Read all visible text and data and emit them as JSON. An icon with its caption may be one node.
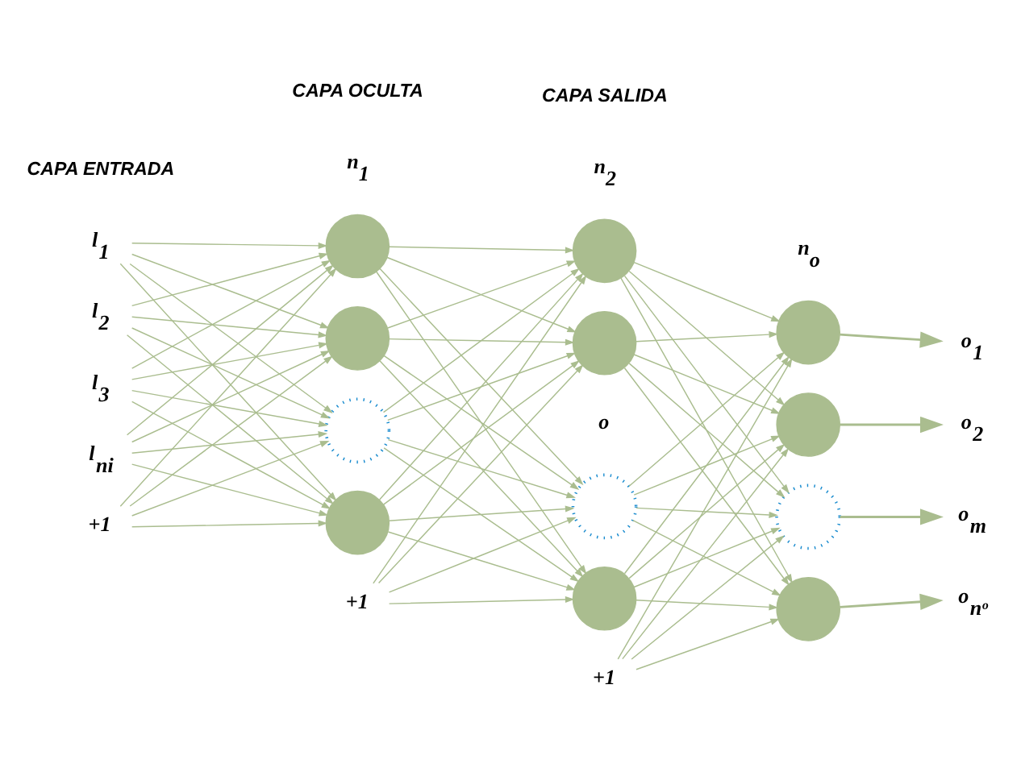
{
  "diagram": {
    "nodes": [
      {
        "text": [
          "l$_{1}$"
        ]
      },
      {
        "text": [
          "l$_{2}$"
        ]
      },
      {
        "text": [
          "l$_{3}$"
        ]
      },
      {
        "text": [
          "l$_{ni}$"
        ]
      },
      {
        "text": [],
        "shape": "circle"
      },
      {
        "text": [],
        "shape": "circle"
      },
      {
        "text": [],
        "shape": "circle"
      },
      {
        "text": [],
        "shape": "circle"
      },
      {
        "text": [],
        "shape": "circle"
      },
      {
        "text": [],
        "shape": "circle"
      },
      {
        "text": [],
        "shape": "circle"
      },
      {
        "text": [],
        "shape": "circle"
      },
      {
        "text": [],
        "shape": "circle"
      },
      {
        "text": [],
        "shape": "circle"
      },
      {
        "text": [],
        "shape": "circle"
      },
      {
        "text": [],
        "shape": "circle"
      },
      {
        "text": [
          "o$_{1}$"
        ]
      },
      {
        "text": [
          "o$_{2}$"
        ]
      },
      {
        "text": [
          "o$_{m}$"
        ]
      },
      {
        "text": [
          "o$_{nᵒ}$"
        ]
      },
      {
        "text": [
          "+1"
        ]
      },
      {
        "text": [
          "+1"
        ]
      },
      {
        "text": [
          "+1"
        ]
      }
    ],
    "edges": [
      {
        "from": 0,
        "to": 4,
        "arrow": "to"
      },
      {
        "from": 0,
        "to": 5,
        "arrow": "to"
      },
      {
        "from": 0,
        "to": 6,
        "arrow": "to"
      },
      {
        "from": 0,
        "to": 7,
        "arrow": "to"
      },
      {
        "from": 1,
        "to": 4,
        "arrow": "to"
      },
      {
        "from": 1,
        "to": 5,
        "arrow": "to"
      },
      {
        "from": 1,
        "to": 6,
        "arrow": "to"
      },
      {
        "from": 1,
        "to": 7,
        "arrow": "to"
      },
      {
        "from": 2,
        "to": 4,
        "arrow": "to"
      },
      {
        "from": 2,
        "to": 5,
        "arrow": "to"
      },
      {
        "from": 2,
        "to": 6,
        "arrow": "to"
      },
      {
        "from": 2,
        "to": 7,
        "arrow": "to"
      },
      {
        "from": 3,
        "to": 4,
        "arrow": "to"
      },
      {
        "from": 3,
        "to": 5,
        "arrow": "to"
      },
      {
        "from": 3,
        "to": 6,
        "arrow": "to"
      },
      {
        "from": 3,
        "to": 7,
        "arrow": "to"
      },
      {
        "from": 20,
        "to": 4,
        "arrow": "to"
      },
      {
        "from": 20,
        "to": 5,
        "arrow": "to"
      },
      {
        "from": 20,
        "to": 6,
        "arrow": "to"
      },
      {
        "from": 20,
        "to": 7,
        "arrow": "to"
      },
      {
        "from": 4,
        "to": 8,
        "arrow": "to"
      },
      {
        "from": 4,
        "to": 9,
        "arrow": "to"
      },
      {
        "from": 4,
        "to": 10,
        "arrow": "to"
      },
      {
        "from": 4,
        "to": 11,
        "arrow": "to"
      },
      {
        "from": 5,
        "to": 8,
        "arrow": "to"
      },
      {
        "from": 5,
        "to": 9,
        "arrow": "to"
      },
      {
        "from": 5,
        "to": 10,
        "arrow": "to"
      },
      {
        "from": 5,
        "to": 11,
        "arrow": "to"
      },
      {
        "from": 6,
        "to": 8,
        "arrow": "to"
      },
      {
        "from": 6,
        "to": 9,
        "arrow": "to"
      },
      {
        "from": 6,
        "to": 10,
        "arrow": "to"
      },
      {
        "from": 6,
        "to": 11,
        "arrow": "to"
      },
      {
        "from": 7,
        "to": 8,
        "arrow": "to"
      },
      {
        "from": 7,
        "to": 9,
        "arrow": "to"
      },
      {
        "from": 7,
        "to": 10,
        "arrow": "to"
      },
      {
        "from": 7,
        "to": 11,
        "arrow": "to"
      },
      {
        "from": 21,
        "to": 8,
        "arrow": "to"
      },
      {
        "from": 21,
        "to": 9,
        "arrow": "to"
      },
      {
        "from": 21,
        "to": 10,
        "arrow": "to"
      },
      {
        "from": 21,
        "to": 11,
        "arrow": "to"
      },
      {
        "from": 8,
        "to": 12,
        "arrow": "to"
      },
      {
        "from": 8,
        "to": 13,
        "arrow": "to"
      },
      {
        "from": 8,
        "to": 14,
        "arrow": "to"
      },
      {
        "from": 8,
        "to": 15,
        "arrow": "to"
      },
      {
        "from": 9,
        "to": 12,
        "arrow": "to"
      },
      {
        "from": 9,
        "to": 13,
        "arrow": "to"
      },
      {
        "from": 9,
        "to": 14,
        "arrow": "to"
      },
      {
        "from": 9,
        "to": 15,
        "arrow": "to"
      },
      {
        "from": 10,
        "to": 12,
        "arrow": "to"
      },
      {
        "from": 10,
        "to": 13,
        "arrow": "to"
      },
      {
        "from": 10,
        "to": 14,
        "arrow": "to"
      },
      {
        "from": 10,
        "to": 15,
        "arrow": "to"
      },
      {
        "from": 11,
        "to": 12,
        "arrow": "to"
      },
      {
        "from": 11,
        "to": 13,
        "arrow": "to"
      },
      {
        "from": 11,
        "to": 14,
        "arrow": "to"
      },
      {
        "from": 11,
        "to": 15,
        "arrow": "to"
      },
      {
        "from": 22,
        "to": 12,
        "arrow": "to"
      },
      {
        "from": 22,
        "to": 13,
        "arrow": "to"
      },
      {
        "from": 22,
        "to": 14,
        "arrow": "to"
      },
      {
        "from": 22,
        "to": 15,
        "arrow": "to"
      },
      {
        "from": 12,
        "to": 16,
        "arrow": "to"
      },
      {
        "from": 13,
        "to": 17,
        "arrow": "to"
      },
      {
        "from": 14,
        "to": 18,
        "arrow": "to"
      },
      {
        "from": 15,
        "to": 19,
        "arrow": "to"
      }
    ],
    "labels": [
      "CAPA ENTRADA",
      "CAPA OCULTA",
      "CAPA SALIDA",
      "n$_{1}$",
      "n$_{2}$",
      "n$_{o}$",
      "o"
    ]
  }
}
